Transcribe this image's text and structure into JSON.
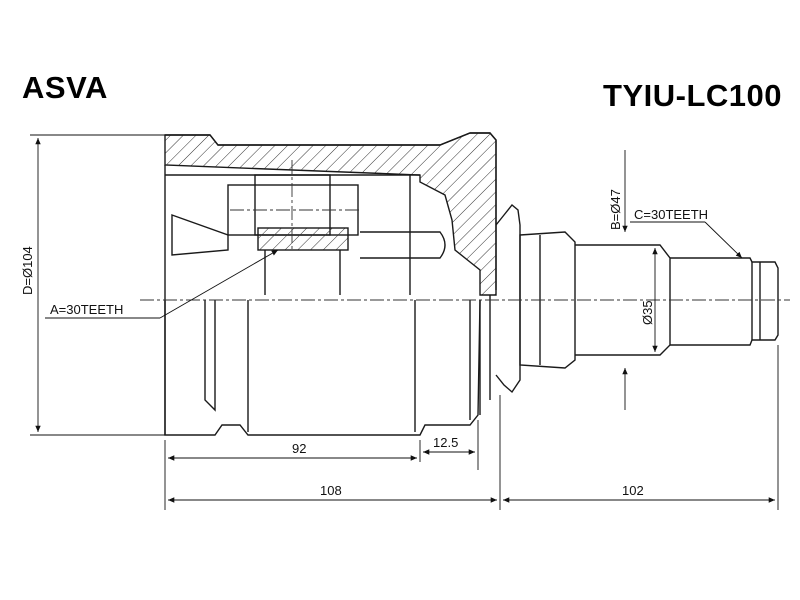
{
  "header": {
    "brand": "ASVA",
    "part_number": "TYIU-LC100"
  },
  "dimensions": {
    "D": "D=Ø104",
    "A": "A=30TEETH",
    "B": "B=Ø47",
    "C": "C=30TEETH",
    "d35": "Ø35",
    "len92": "92",
    "len12_5": "12.5",
    "len108": "108",
    "len102": "102"
  },
  "colors": {
    "line": "#1a1a1a",
    "background": "#ffffff"
  }
}
